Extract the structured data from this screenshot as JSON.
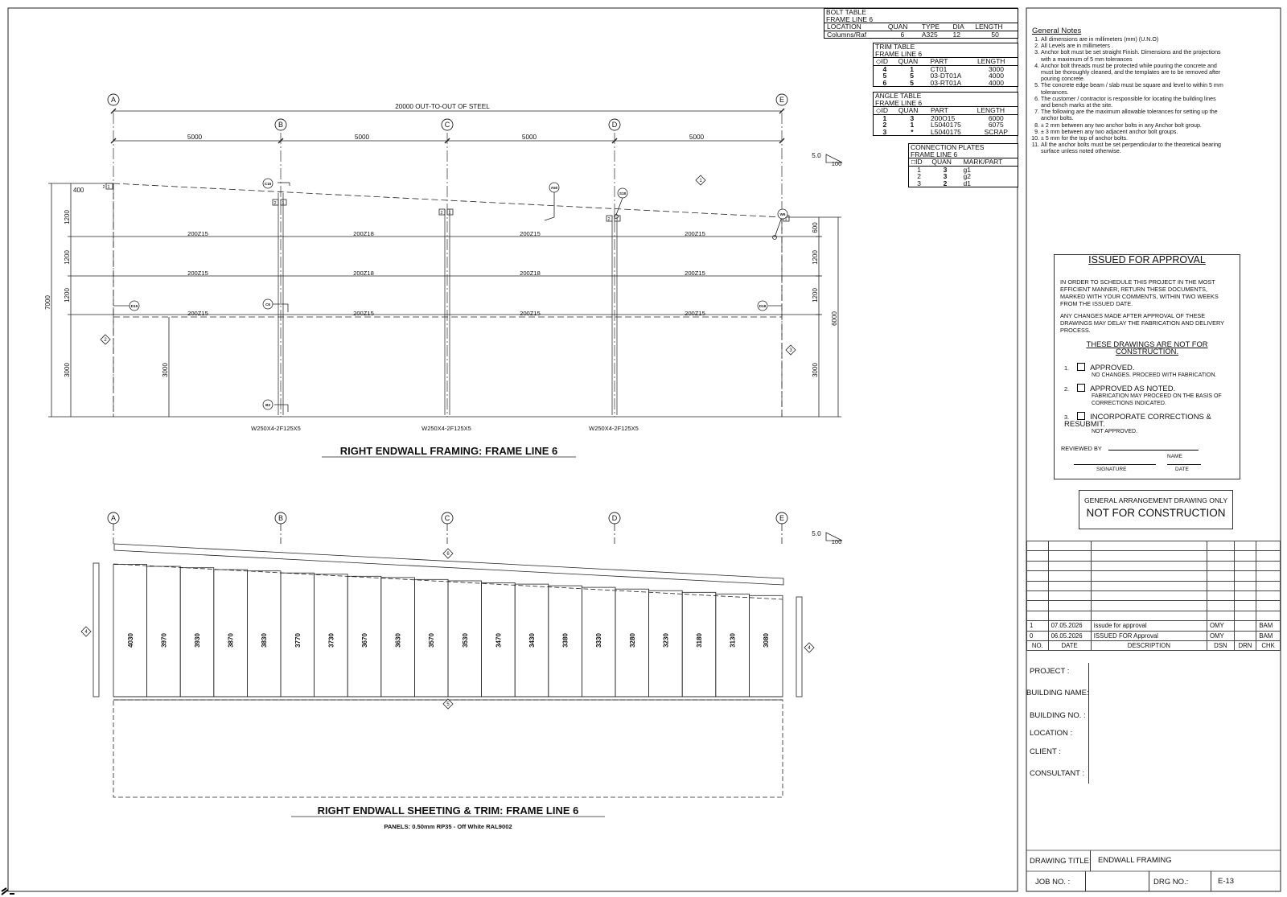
{
  "grid_labels": [
    "A",
    "B",
    "C",
    "D",
    "E"
  ],
  "framing": {
    "title": "RIGHT ENDWALL FRAMING: FRAME LINE 6",
    "overall_dim": "20000   OUT-TO-OUT OF STEEL",
    "bay_dims": [
      "5000",
      "5000",
      "5000",
      "5000"
    ],
    "slope_rise": "5.0",
    "slope_run": "100",
    "left_dims": [
      "1200",
      "1200",
      "1200",
      "3000"
    ],
    "left_total": "7000",
    "top_offset": "400",
    "inner_dim": "3000",
    "right_dims": [
      "600",
      "1200",
      "1200",
      "3000"
    ],
    "right_total": "6000",
    "girt_rows": [
      [
        "200Z15",
        "200Z18",
        "200Z15",
        "200Z15"
      ],
      [
        "200Z15",
        "200Z18",
        "200Z18",
        "200Z15"
      ],
      [
        "200Z15",
        "200Z15",
        "200Z15",
        "200Z15"
      ]
    ],
    "column_labels": [
      "W250X4-2F125X5",
      "W250X4-2F125X5",
      "W250X4-2F125X5"
    ],
    "tags": [
      "C15",
      "A50",
      "S18",
      "W6",
      "D15",
      "C6",
      "D18",
      "B3"
    ],
    "diamonds": [
      "1",
      "2",
      "3"
    ],
    "marks": [
      "1",
      "2",
      "1",
      "2",
      "1",
      "2",
      "1",
      "1",
      "2"
    ]
  },
  "sheeting": {
    "title": "RIGHT ENDWALL SHEETING & TRIM: FRAME LINE 6",
    "panels_note": "PANELS:   0.50mm RP35 - Off White    RAL9002",
    "slope_rise": "5.0",
    "slope_run": "100",
    "panel_lengths": [
      "4030",
      "3970",
      "3930",
      "3870",
      "3830",
      "3770",
      "3730",
      "3670",
      "3630",
      "3570",
      "3530",
      "3470",
      "3430",
      "3380",
      "3330",
      "3280",
      "3230",
      "3180",
      "3130",
      "3080"
    ],
    "diamonds": [
      "6",
      "5",
      "4",
      "4"
    ]
  },
  "bolt_table": {
    "title": "BOLT TABLE",
    "subtitle": "FRAME LINE 6",
    "headers": [
      "LOCATION",
      "QUAN",
      "TYPE",
      "DIA",
      "LENGTH"
    ],
    "rows": [
      [
        "Columns/Raf",
        "6",
        "A325",
        "12",
        "50"
      ]
    ]
  },
  "trim_table": {
    "title": "TRIM TABLE",
    "subtitle": "FRAME LINE 6",
    "headers": [
      "◇ID",
      "QUAN",
      "PART",
      "LENGTH"
    ],
    "rows": [
      [
        "4",
        "1",
        "CT01",
        "3000"
      ],
      [
        "5",
        "5",
        "03-DT01A",
        "4000"
      ],
      [
        "6",
        "5",
        "03-RT01A",
        "4000"
      ]
    ]
  },
  "angle_table": {
    "title": "ANGLE TABLE",
    "subtitle": "FRAME LINE 6",
    "headers": [
      "◇ID",
      "QUAN",
      "PART",
      "LENGTH"
    ],
    "rows": [
      [
        "1",
        "3",
        "200O15",
        "6000"
      ],
      [
        "2",
        "1",
        "L5040175",
        "6075"
      ],
      [
        "3",
        "*",
        "L5040175",
        "SCRAP"
      ]
    ]
  },
  "connection_plates": {
    "title": "CONNECTION PLATES",
    "subtitle": "FRAME LINE 6",
    "headers": [
      "□ID",
      "QUAN",
      "MARK/PART"
    ],
    "rows": [
      [
        "1",
        "3",
        "g1"
      ],
      [
        "2",
        "3",
        "g2"
      ],
      [
        "3",
        "2",
        "d1"
      ]
    ]
  },
  "general_notes": {
    "title": "General Notes",
    "items": [
      "All dimensions are in millimeters (mm) (U.N.O)",
      "All Levels are in millimeters .",
      "Anchor bolt must be set straight Finish. Dimensions and the projections with a maximum of 5 mm tolerances",
      "Anchor bolt threads must be protected while pouring the concrete and must be thoroughly cleaned, and the templates are to be removed after pouring concrete.",
      "The concrete edge beam / slab must be square and level to within 5 mm tolerances.",
      "The customer / contractor is responsible for locating the building lines and bench marks at the site.",
      "The following are the maximum allowable tolerances for setting up the anchor bolts.",
      "± 2 mm between any two anchor bolts in any Anchor bolt group.",
      "± 3 mm between any two adjacent anchor  bolt groups.",
      "± 5 mm for the top of anchor bolts.",
      "All the anchor bolts must be set perpendicular to the theoretical bearing surface unless noted otherwise."
    ]
  },
  "approval": {
    "title": "ISSUED FOR APPROVAL",
    "para1": "IN ORDER TO  SCHEDULE  THIS PROJECT  IN  THE MOST EFFICIENT  MANNER,  RETURN THESE DOCUMENTS, MARKED WITH  YOUR COMMENTS,  WITHIN TWO WEEKS  FROM  THE ISSUED DATE.",
    "para2": "ANY CHANGES MADE AFTER APPROVAL OF THESE DRAWINGS MAY DELAY THE FABRICATION AND DELIVERY PROCESS.",
    "warning": "THESE DRAWINGS ARE NOT FOR CONSTRUCTION.",
    "options": [
      {
        "num": "1.",
        "label": "APPROVED.",
        "sub": "NO CHANGES. PROCEED WITH FABRICATION."
      },
      {
        "num": "2.",
        "label": "APPROVED AS NOTED.",
        "sub": "FABRICATION MAY PROCEED ON THE BASIS OF CORRECTIONS INDICATED."
      },
      {
        "num": "3.",
        "label": "INCORPORATE CORRECTIONS & RESUBMIT.",
        "sub": "NOT APPROVED."
      }
    ],
    "reviewed_by": "REVIEWED BY",
    "name_label": "NAME",
    "signature_label": "SIGNATURE",
    "date_label": "DATE"
  },
  "ga_notice": {
    "line1": "GENERAL ARRANGEMENT DRAWING ONLY",
    "line2": "NOT FOR CONSTRUCTION"
  },
  "revisions": {
    "headers": [
      "NO.",
      "DATE",
      "DESCRIPTION",
      "DSN",
      "DRN",
      "CHK"
    ],
    "rows": [
      [
        "1",
        "07.05.2026",
        "issude for approval",
        "OMY",
        "",
        "BAM"
      ],
      [
        "0",
        "06.05.2026",
        "ISSUED FOR   Approval",
        "OMY",
        "",
        "BAM"
      ]
    ]
  },
  "project_info": [
    "PROJECT :",
    "BUILDING NAME:",
    "BUILDING NO. :",
    "LOCATION :",
    "CLIENT :",
    "CONSULTANT :"
  ],
  "drawing_title_label": "DRAWING TITLE:",
  "drawing_title": "ENDWALL FRAMING",
  "job_no_label": "JOB NO. :",
  "drg_no_label": "DRG NO.:",
  "drg_no": "E-13"
}
